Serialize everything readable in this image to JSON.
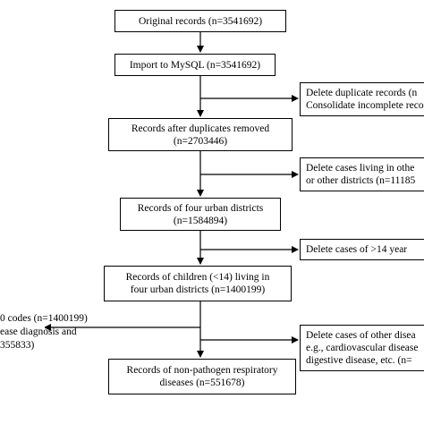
{
  "main_flow": [
    {
      "id": "original-records",
      "lines": [
        "Original records (n=3541692)"
      ]
    },
    {
      "id": "import-mysql",
      "lines": [
        "Import to MySQL (n=3541692)"
      ]
    },
    {
      "id": "after-duplicates",
      "lines": [
        "Records after duplicates removed",
        "(n=2703446)"
      ]
    },
    {
      "id": "four-urban-districts",
      "lines": [
        "Records of four urban districts",
        "(n=1584894)"
      ]
    },
    {
      "id": "children-under-14",
      "lines": [
        "Records of children (<14) living in",
        "four urban districts (n=1400199)"
      ]
    },
    {
      "id": "non-pathogen-respiratory",
      "lines": [
        "Records of non-pathogen respiratory",
        "diseases (n=551678)"
      ]
    }
  ],
  "exclusions": [
    {
      "id": "delete-duplicates",
      "lines": [
        "Delete duplicate records (n",
        "Consolidate incomplete reco"
      ]
    },
    {
      "id": "delete-other-districts",
      "lines": [
        "Delete cases living in othe",
        "or other districts (n=11185"
      ]
    },
    {
      "id": "delete-over-14",
      "lines": [
        "Delete cases of  >14 year"
      ]
    },
    {
      "id": "delete-other-diseases",
      "lines": [
        "Delete cases of other disea",
        "e.g., cardiovascular disease",
        "digestive disease, etc. (n="
      ]
    }
  ],
  "side_note": {
    "id": "icd-codes",
    "lines": [
      "0 codes (n=1400199)",
      "ease diagnosis and",
      "355833)"
    ]
  }
}
